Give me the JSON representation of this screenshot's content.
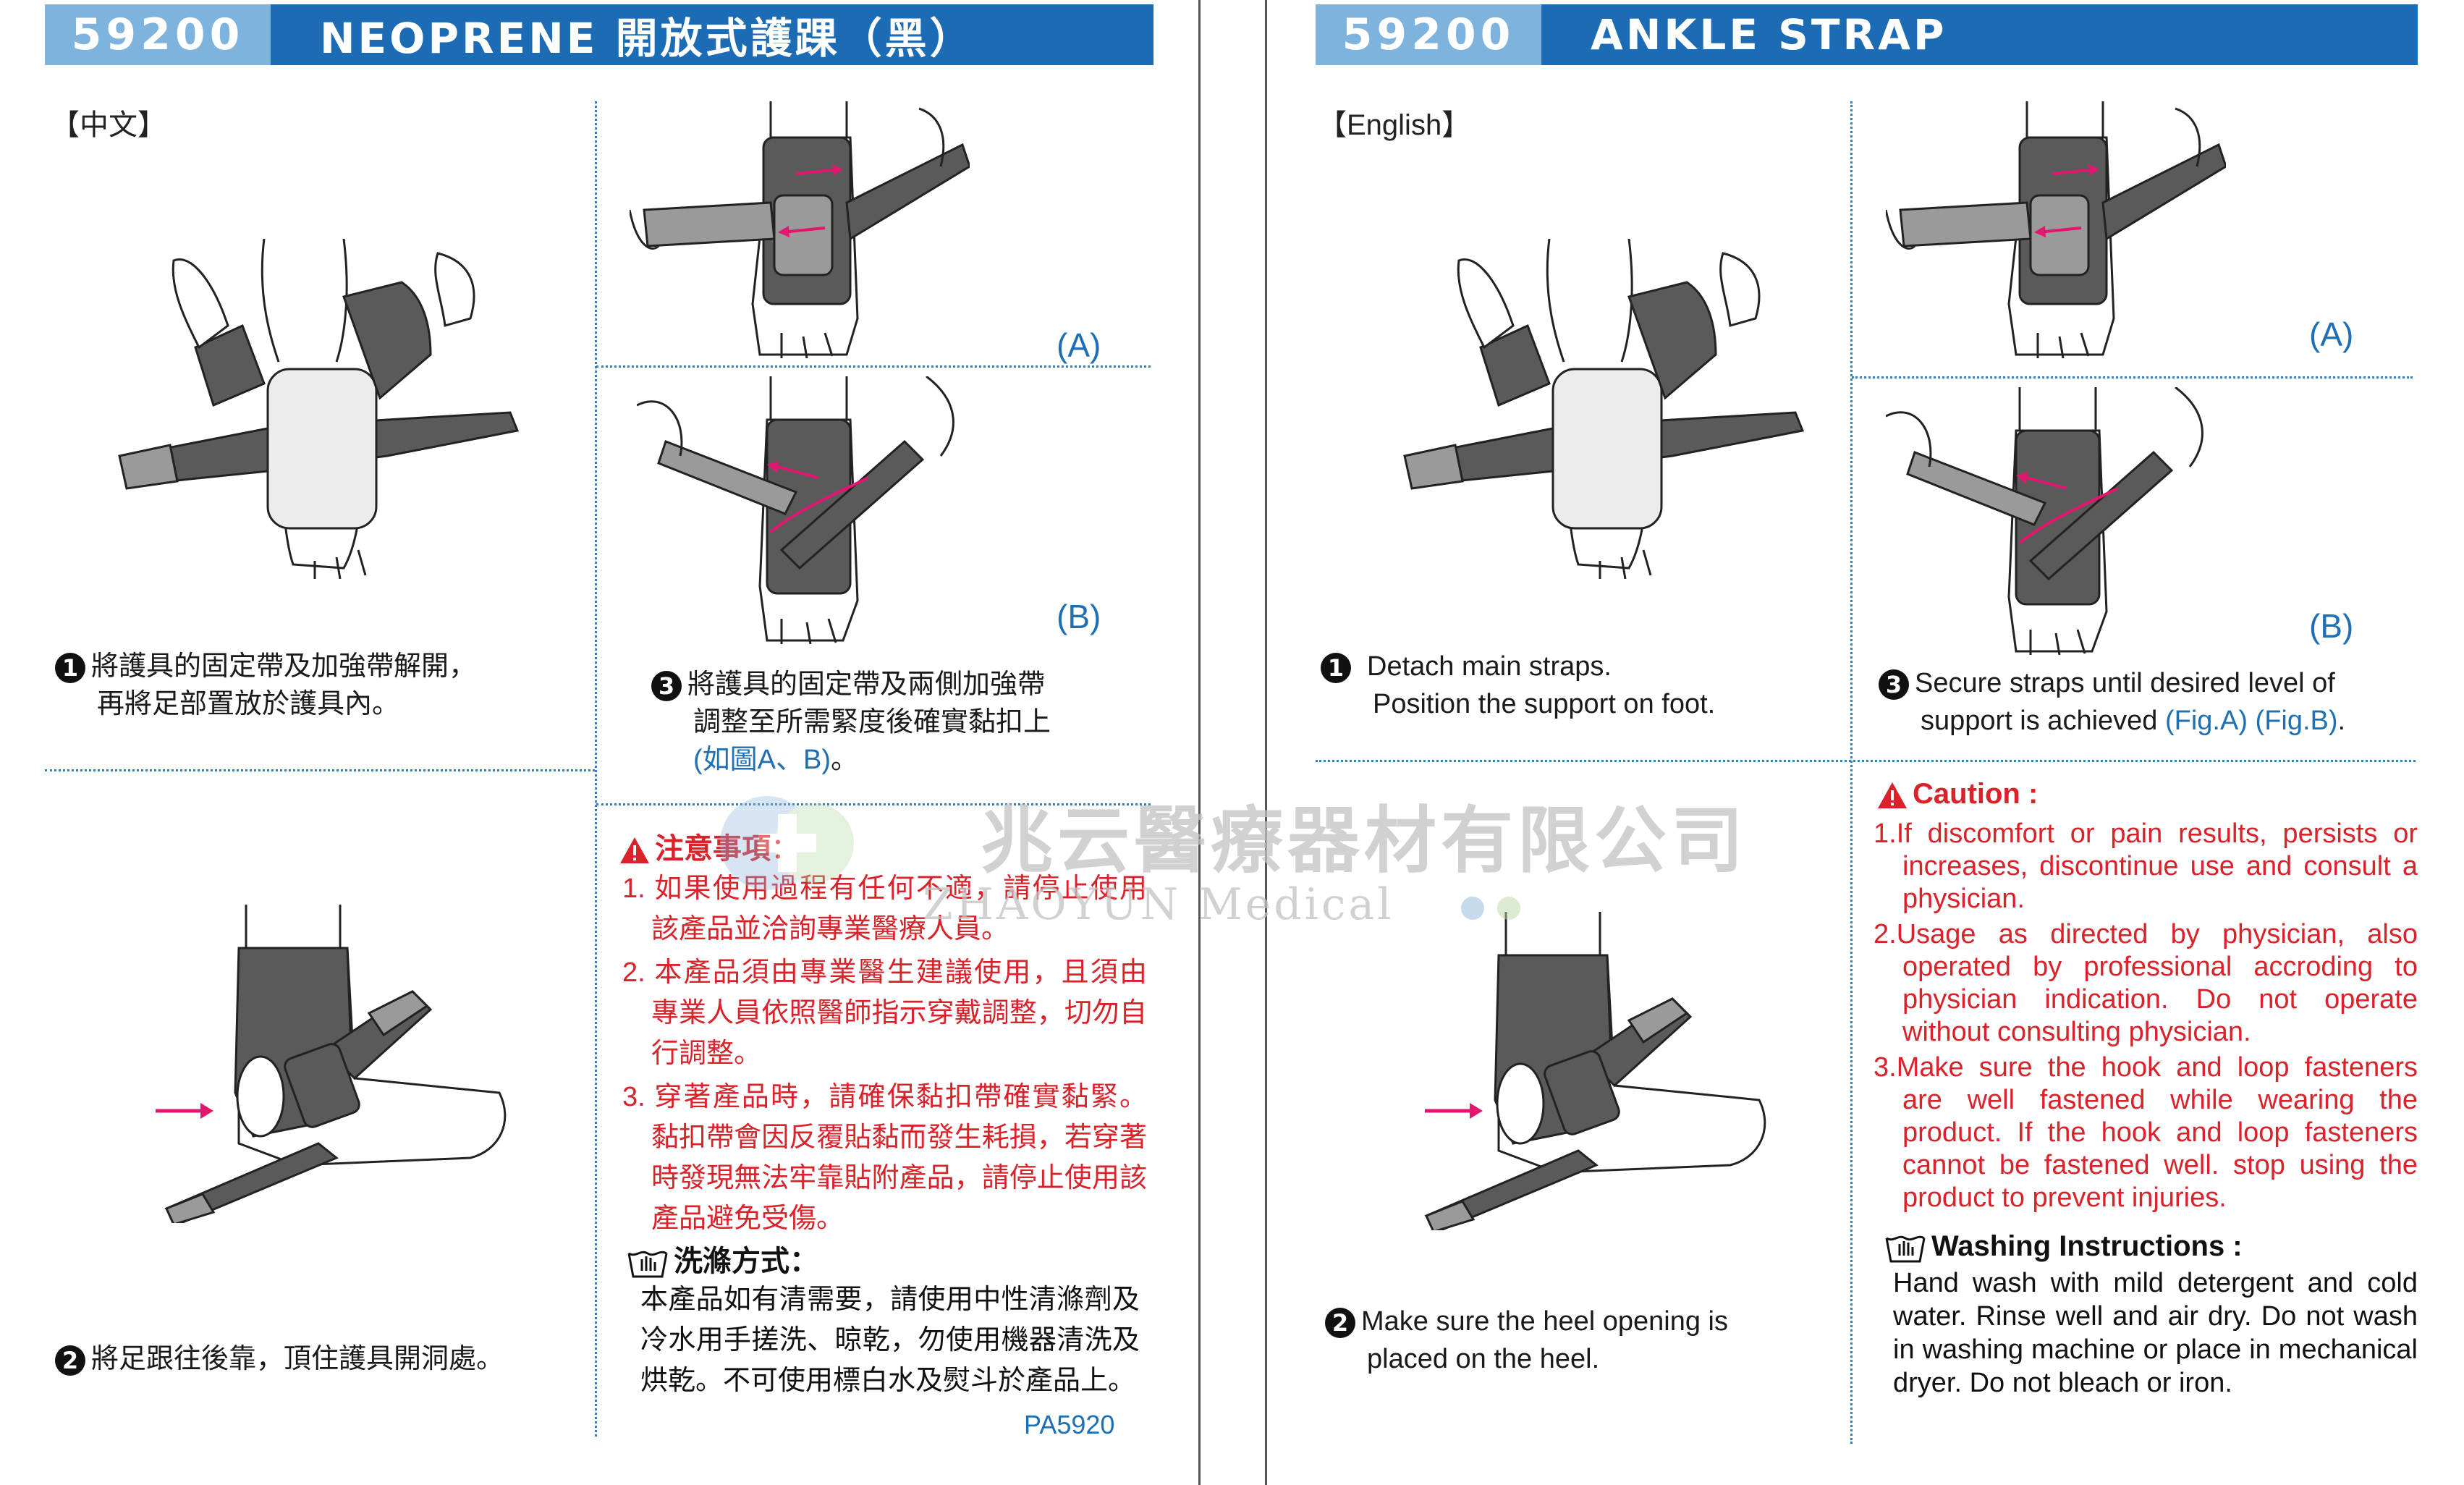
{
  "left": {
    "header": {
      "code": "59200",
      "title": "NEOPRENE 開放式護踝（黑）"
    },
    "lang_label": "【中文】",
    "fig_a_label": "(A)",
    "fig_b_label": "(B)",
    "step1": {
      "num": "1",
      "line1": "將護具的固定帶及加強帶解開，",
      "line2": "再將足部置放於護具內。"
    },
    "step2": {
      "num": "2",
      "text": "將足跟往後靠，頂住護具開洞處。"
    },
    "step3": {
      "num": "3",
      "line1": "將護具的固定帶及兩側加強帶",
      "line2": "調整至所需緊度後確實黏扣上",
      "line3_blue": "(如圖A、B)",
      "line3_end": "。"
    },
    "caution": {
      "title": "注意事項",
      "title_suffix": "：",
      "items": [
        "1. 如果使用過程有任何不適，請停止使用該產品並洽詢專業醫療人員。",
        "2. 本產品須由專業醫生建議使用，且須由專業人員依照醫師指示穿戴調整，切勿自行調整。",
        "3. 穿著產品時，請確保黏扣帶確實黏緊。黏扣帶會因反覆貼黏而發生耗損，若穿著時發現無法牢靠貼附產品，請停止使用該產品避免受傷。"
      ]
    },
    "wash": {
      "title": "洗滌方式：",
      "text": "本產品如有清需要，請使用中性清滌劑及冷水用手搓洗、晾乾，勿使用機器清洗及烘乾。不可使用標白水及熨斗於產品上。"
    },
    "product_code": "PA5920"
  },
  "right": {
    "header": {
      "code": "59200",
      "title": "ANKLE STRAP"
    },
    "lang_label": "【English】",
    "fig_a_label": "(A)",
    "fig_b_label": "(B)",
    "step1": {
      "num": "1",
      "line1": "Detach main straps.",
      "line2": "Position the support on foot."
    },
    "step2": {
      "num": "2",
      "line1": "Make sure the heel opening is",
      "line2": "placed on the heel."
    },
    "step3": {
      "num": "3",
      "line1": "Secure straps until desired level of",
      "line2_start": "support is achieved ",
      "line2_blue": "(Fig.A) (Fig.B)",
      "line2_end": "."
    },
    "caution": {
      "title": "Caution :",
      "items": [
        "1.If discomfort or pain results, persists or increases, discontinue use and consult a physician.",
        "2.Usage as directed by physician, also operated by professional accroding to physician indication. Do not operate without consulting physician.",
        "3.Make sure the hook and loop fasteners are well fastened while wearing the product. If the hook and loop fasteners cannot be fastened well. stop using the product to prevent injuries."
      ]
    },
    "wash": {
      "title": "Washing Instructions :",
      "text": "Hand wash with mild detergent and cold water. Rinse well and air dry. Do not wash in washing machine or place in mechanical dryer. Do not bleach or iron."
    }
  },
  "watermark": {
    "cn": "兆云醫療器材有限公司",
    "en": "ZHAOYUN Medical"
  },
  "colors": {
    "header_code_bg": "#7db3dd",
    "header_title_bg": "#1b6bb5",
    "accent_blue": "#1f6fb5",
    "caution_red": "#d9222a",
    "arrow_magenta": "#e0166f",
    "brace_gray": "#5a5a5a"
  },
  "icons": [
    "warning-triangle-icon",
    "hand-wash-icon",
    "step-number-badge",
    "arrow-icon"
  ]
}
